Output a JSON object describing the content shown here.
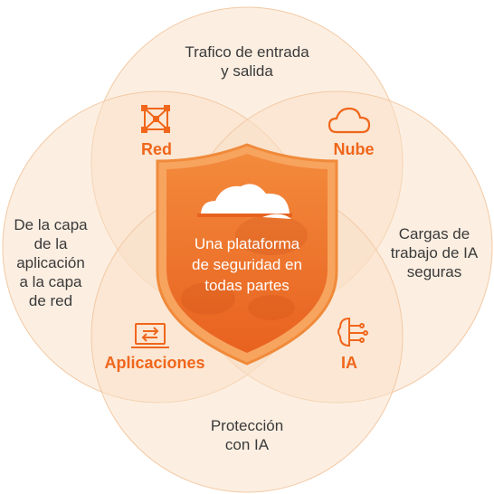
{
  "diagram": {
    "colors": {
      "circle_fill": "#fbe7d3",
      "circle_stroke": "#f6d2b3",
      "accent": "#f0661b",
      "shield_main": "#f27a2a",
      "shield_dark": "#e2591a",
      "text": "#3a3a3a"
    },
    "outer_labels": {
      "top": [
        "Trafico de entrada",
        "y salida"
      ],
      "left": [
        "De la capa",
        "de la",
        "aplicación",
        "a la capa",
        "de red"
      ],
      "right": [
        "Cargas de",
        "trabajo de IA",
        "seguras"
      ],
      "bottom": [
        "Protección",
        "con IA"
      ]
    },
    "nodes": {
      "red": {
        "label": "Red",
        "icon": "network-icon"
      },
      "nube": {
        "label": "Nube",
        "icon": "cloud-icon"
      },
      "aplicaciones": {
        "label": "Aplicaciones",
        "icon": "laptop-arrows-icon"
      },
      "ia": {
        "label": "IA",
        "icon": "brain-circuit-icon"
      }
    },
    "shield": {
      "icon": "cloudflare-cloud-icon",
      "lines": [
        "Una plataforma",
        "de seguridad en",
        "todas partes"
      ]
    }
  }
}
